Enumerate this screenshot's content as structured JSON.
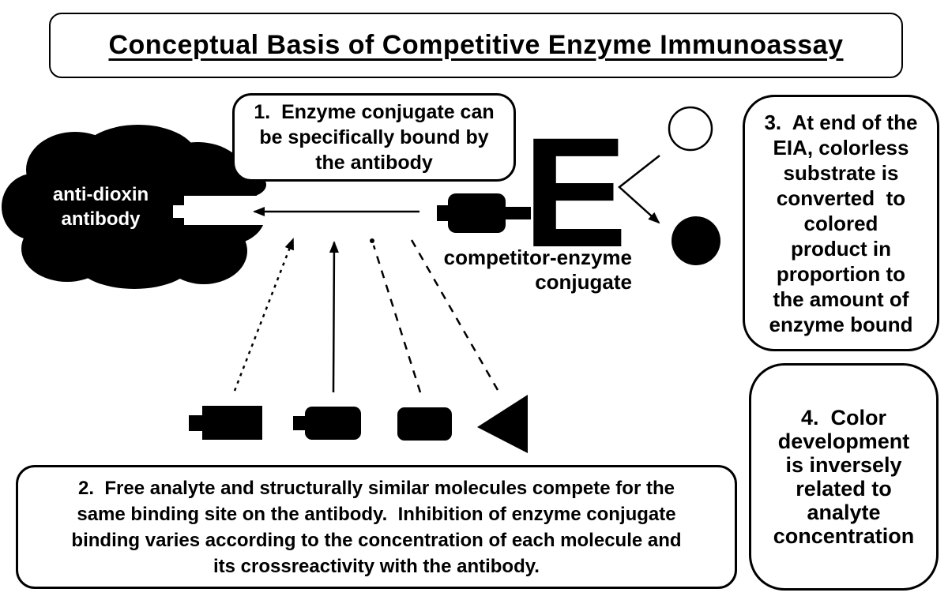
{
  "colors": {
    "ink": "#000000",
    "paper": "#ffffff"
  },
  "title": "Conceptual Basis of Competitive Enzyme Immunoassay",
  "antibody": {
    "label": "anti-dioxin\nantibody"
  },
  "conjugate": {
    "enzyme_symbol": "E",
    "label": "competitor-enzyme\nconjugate"
  },
  "callouts": {
    "step1": "1.  Enzyme conjugate can\nbe specifically bound by\nthe antibody",
    "step2": "2.  Free analyte and structurally similar molecules compete for the\nsame binding site on the antibody.  Inhibition of enzyme conjugate\nbinding varies according to the concentration of each molecule and\nits crossreactivity with the antibody.",
    "step3": "3.  At end of the\nEIA, colorless\nsubstrate is\nconverted  to\ncolored\nproduct in\nproportion to\nthe amount of\nenzyme bound",
    "step4": "4.  Color\ndevelopment\nis inversely\nrelated to\nanalyte\nconcentration"
  }
}
